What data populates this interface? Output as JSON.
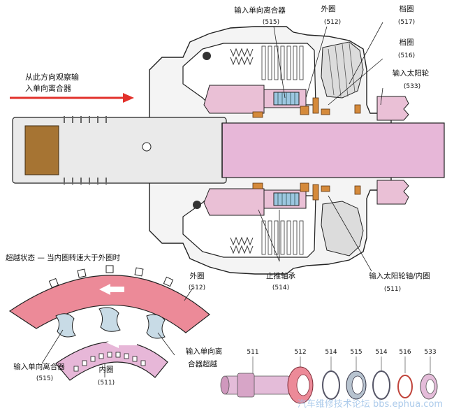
{
  "labels": {
    "input_sprag": "输入单向离合器",
    "input_sprag_num": "(515)",
    "outer_race": "外圈",
    "outer_race_num": "(512)",
    "retainer_top": "档圈",
    "retainer_top_num": "(517)",
    "retainer_mid": "档圈",
    "retainer_mid_num": "(516)",
    "input_sun": "输入太阳轮",
    "input_sun_num": "(533)",
    "view_note_line1": "从此方向观察输",
    "view_note_line2": "入单向离合器",
    "thrust_bearing": "止推轴承",
    "thrust_bearing_num": "(514)",
    "sun_shaft": "输入太阳轮轴/内圈",
    "sun_shaft_num": "(511)"
  },
  "inset": {
    "title": "超越状态 — 当内圈转速大于外圈时",
    "outer_race": "外圈",
    "outer_race_num": "(512)",
    "sprag": "输入单向离合器",
    "sprag_num": "(515)",
    "inner_race": "内圈",
    "inner_race_num": "(511)",
    "overrun_line1": "输入单向离",
    "overrun_line2": "合器超越"
  },
  "exploded": {
    "parts": [
      "511",
      "512",
      "514",
      "515",
      "514",
      "516",
      "533"
    ]
  },
  "watermark": "汽车维修技术论坛 bbs.ephua.com",
  "colors": {
    "pink": "#e7b7d8",
    "red": "#ec8a98",
    "brown": "#a67433",
    "orange": "#d58a3b",
    "blue": "#9cc7e0",
    "arrow": "#e2312b"
  }
}
